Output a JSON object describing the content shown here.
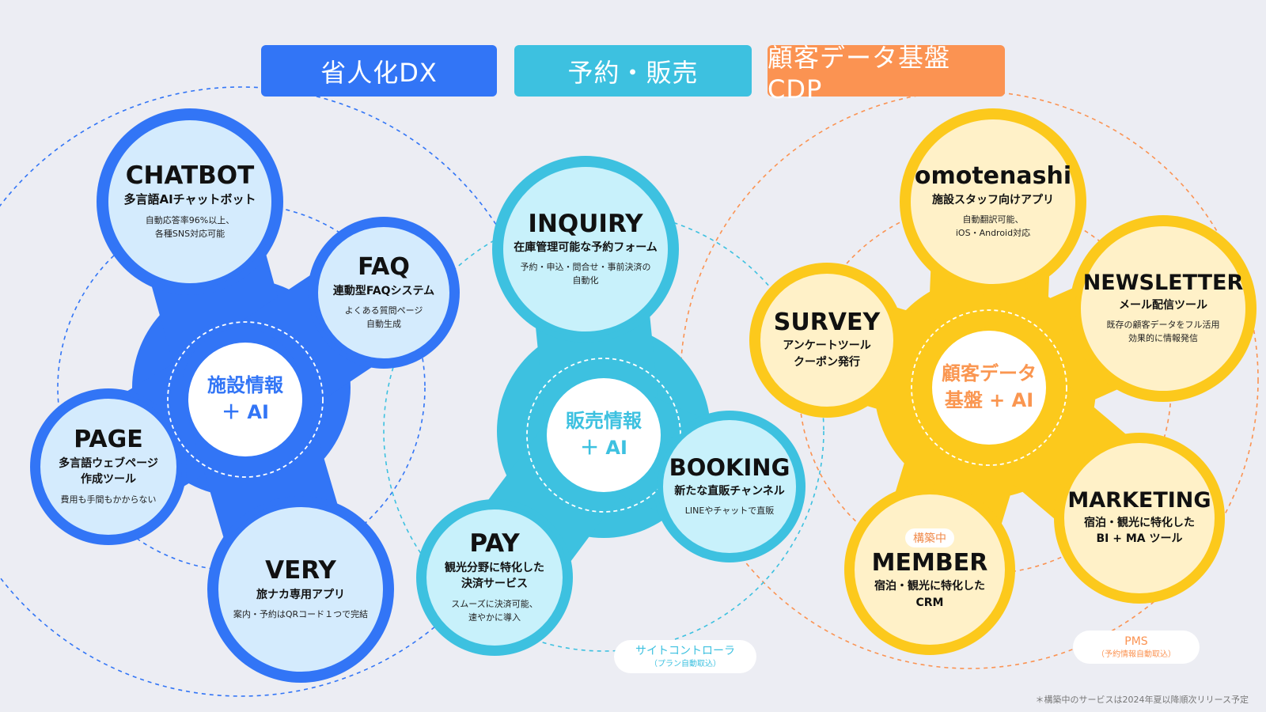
{
  "headers": [
    {
      "label": "省人化DX",
      "color": "#3275f6"
    },
    {
      "label": "予約・販売",
      "color": "#3dc1e0"
    },
    {
      "label": "顧客データ基盤CDP",
      "color": "#fb9352"
    }
  ],
  "clusters": [
    {
      "hub_line1": "施設情報",
      "hub_line2": "＋ AI",
      "fill": "#3275f6",
      "node_fill": "#d4ebfd",
      "hub_text_color": "#3275f6",
      "nodes": [
        {
          "title": "CHATBOT",
          "subtitle": "多言語AIチャットボット",
          "desc": "自動応答率96%以上、\n各種SNS対応可能"
        },
        {
          "title": "FAQ",
          "subtitle": "連動型FAQシステム",
          "desc": "よくある質問ページ\n自動生成"
        },
        {
          "title": "PAGE",
          "subtitle": "多言語ウェブページ\n作成ツール",
          "desc": "費用も手間もかからない"
        },
        {
          "title": "VERY",
          "subtitle": "旅ナカ専用アプリ",
          "desc": "案内・予約はQRコード１つで完結"
        }
      ]
    },
    {
      "hub_line1": "販売情報",
      "hub_line2": "＋ AI",
      "fill": "#3dc1e0",
      "node_fill": "#c8f1fb",
      "hub_text_color": "#3dc1e0",
      "nodes": [
        {
          "title": "INQUIRY",
          "subtitle": "在庫管理可能な予約フォーム",
          "desc": "予約・申込・問合せ・事前決済の\n自動化"
        },
        {
          "title": "BOOKING",
          "subtitle": "新たな直販チャンネル",
          "desc": "LINEやチャットで直販"
        },
        {
          "title": "PAY",
          "subtitle": "観光分野に特化した\n決済サービス",
          "desc": "スムーズに決済可能、\n速やかに導入"
        }
      ]
    },
    {
      "hub_line1": "顧客データ",
      "hub_line2": "基盤 + AI",
      "fill": "#fcc91c",
      "node_fill": "#fff1c8",
      "hub_text_color": "#fa9650",
      "nodes": [
        {
          "title": "omotenashi",
          "subtitle": "施設スタッフ向けアプリ",
          "desc": "自動翻訳可能、\niOS・Android対応"
        },
        {
          "title": "NEWSLETTER",
          "subtitle": "メール配信ツール",
          "desc": "既存の顧客データをフル活用\n効果的に情報発信"
        },
        {
          "title": "SURVEY",
          "subtitle": "アンケートツール\nクーポン発行",
          "desc": ""
        },
        {
          "title": "MARKETING",
          "subtitle": "宿泊・観光に特化した\nBI + MA ツール",
          "desc": ""
        },
        {
          "title": "MEMBER",
          "subtitle": "宿泊・観光に特化した\nCRM",
          "desc": "",
          "badge": "構築中"
        }
      ]
    }
  ],
  "external": [
    {
      "label": "サイトコントローラ",
      "sub": "（プラン自動取込）",
      "color": "#3dc1e0"
    },
    {
      "label": "PMS",
      "sub": "（予約情報自動取込）",
      "color": "#fb9352"
    }
  ],
  "footnote": "＊構築中のサービスは2024年夏以降順次リリース予定"
}
